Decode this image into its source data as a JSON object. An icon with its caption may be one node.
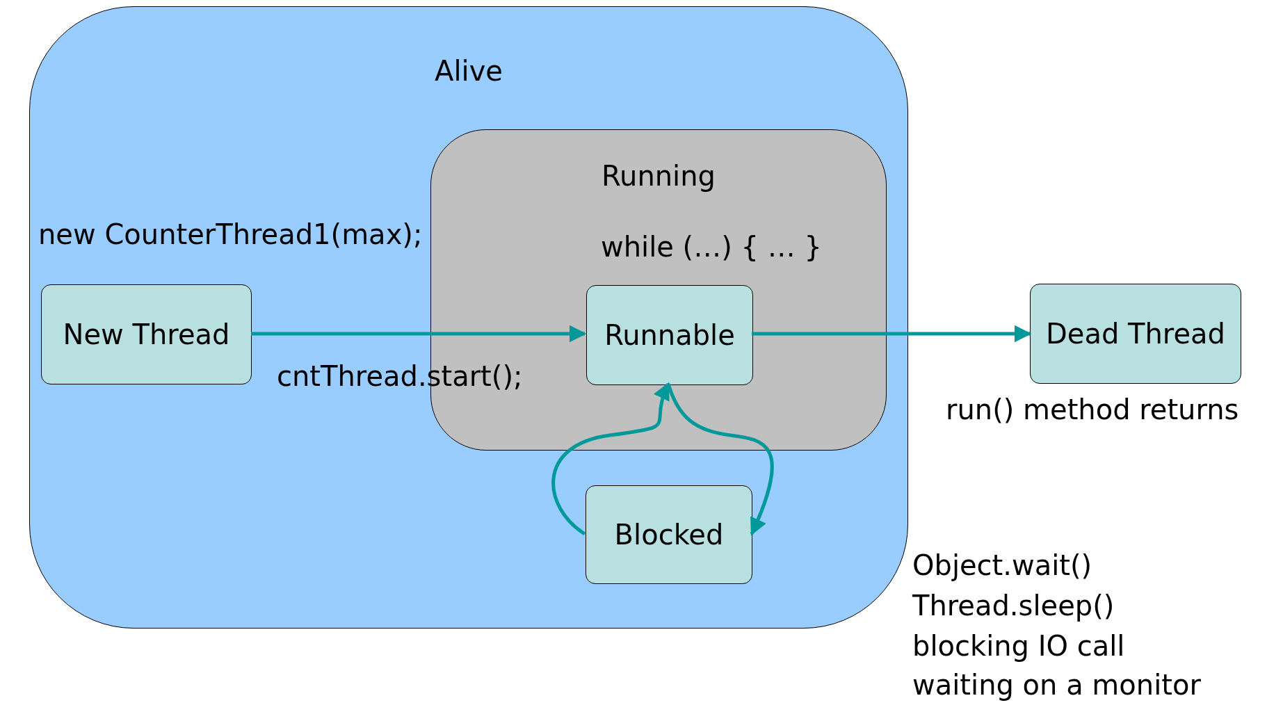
{
  "diagram": {
    "nodes": [
      {
        "text": [
          "Alive"
        ]
      },
      {
        "text": [
          "Running",
          "while (…) { … }"
        ],
        "in": 0
      },
      {
        "text": [
          "New Thread"
        ],
        "in": 0,
        "beside": [
          "new CounterThread1(max);"
        ]
      },
      {
        "text": [
          "Runnable"
        ],
        "in": 1
      },
      {
        "text": [
          "Blocked"
        ],
        "in": 0,
        "beside": [
          "Object.wait()",
          "Thread.sleep()",
          "blocking IO call",
          "waiting on a monitor"
        ]
      },
      {
        "text": [
          "Dead Thread"
        ],
        "beside": [
          "run() method returns"
        ]
      }
    ],
    "edges": [
      {
        "from": 2,
        "to": 3,
        "arrow": "to",
        "label": "cntThread.start();"
      },
      {
        "from": 3,
        "to": 5,
        "arrow": "to"
      },
      {
        "from": 4,
        "to": 3,
        "arrow": "to"
      },
      {
        "from": 3,
        "to": 4,
        "arrow": "to"
      }
    ]
  }
}
